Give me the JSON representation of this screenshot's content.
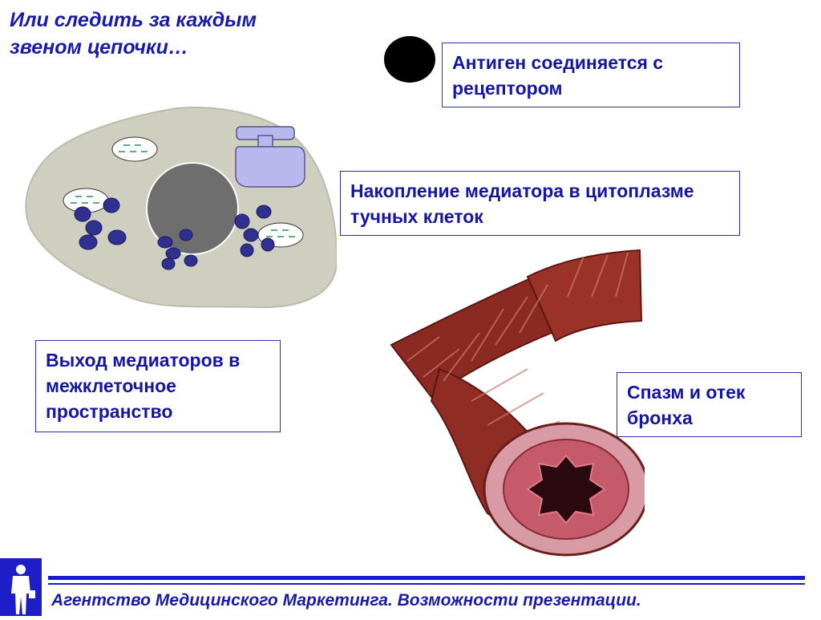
{
  "title": "Или следить за каждым звеном цепочки…",
  "callouts": {
    "antigen": "Антиген соединяется с рецептором",
    "accumulation": "Накопление медиатора в цитоплазме тучных клеток",
    "release": "Выход медиаторов в межклеточное пространство",
    "spasm": "Спазм и отек бронха"
  },
  "footer": {
    "text": "Агентство Медицинского Маркетинга. Возможности презентации."
  },
  "colors": {
    "text_blue": "#1a1aa8",
    "cell_body": "#cfcfbf",
    "nucleus": "#6e6e6e",
    "granule": "#303090",
    "receptor": "#b8b8ee",
    "antigen": "#000000",
    "bronchus": "#8b2a22"
  },
  "icons": {
    "footer_logo": "businessman-silhouette-icon",
    "antigen": "antigen-dot-icon",
    "receptor": "receptor-icon"
  }
}
